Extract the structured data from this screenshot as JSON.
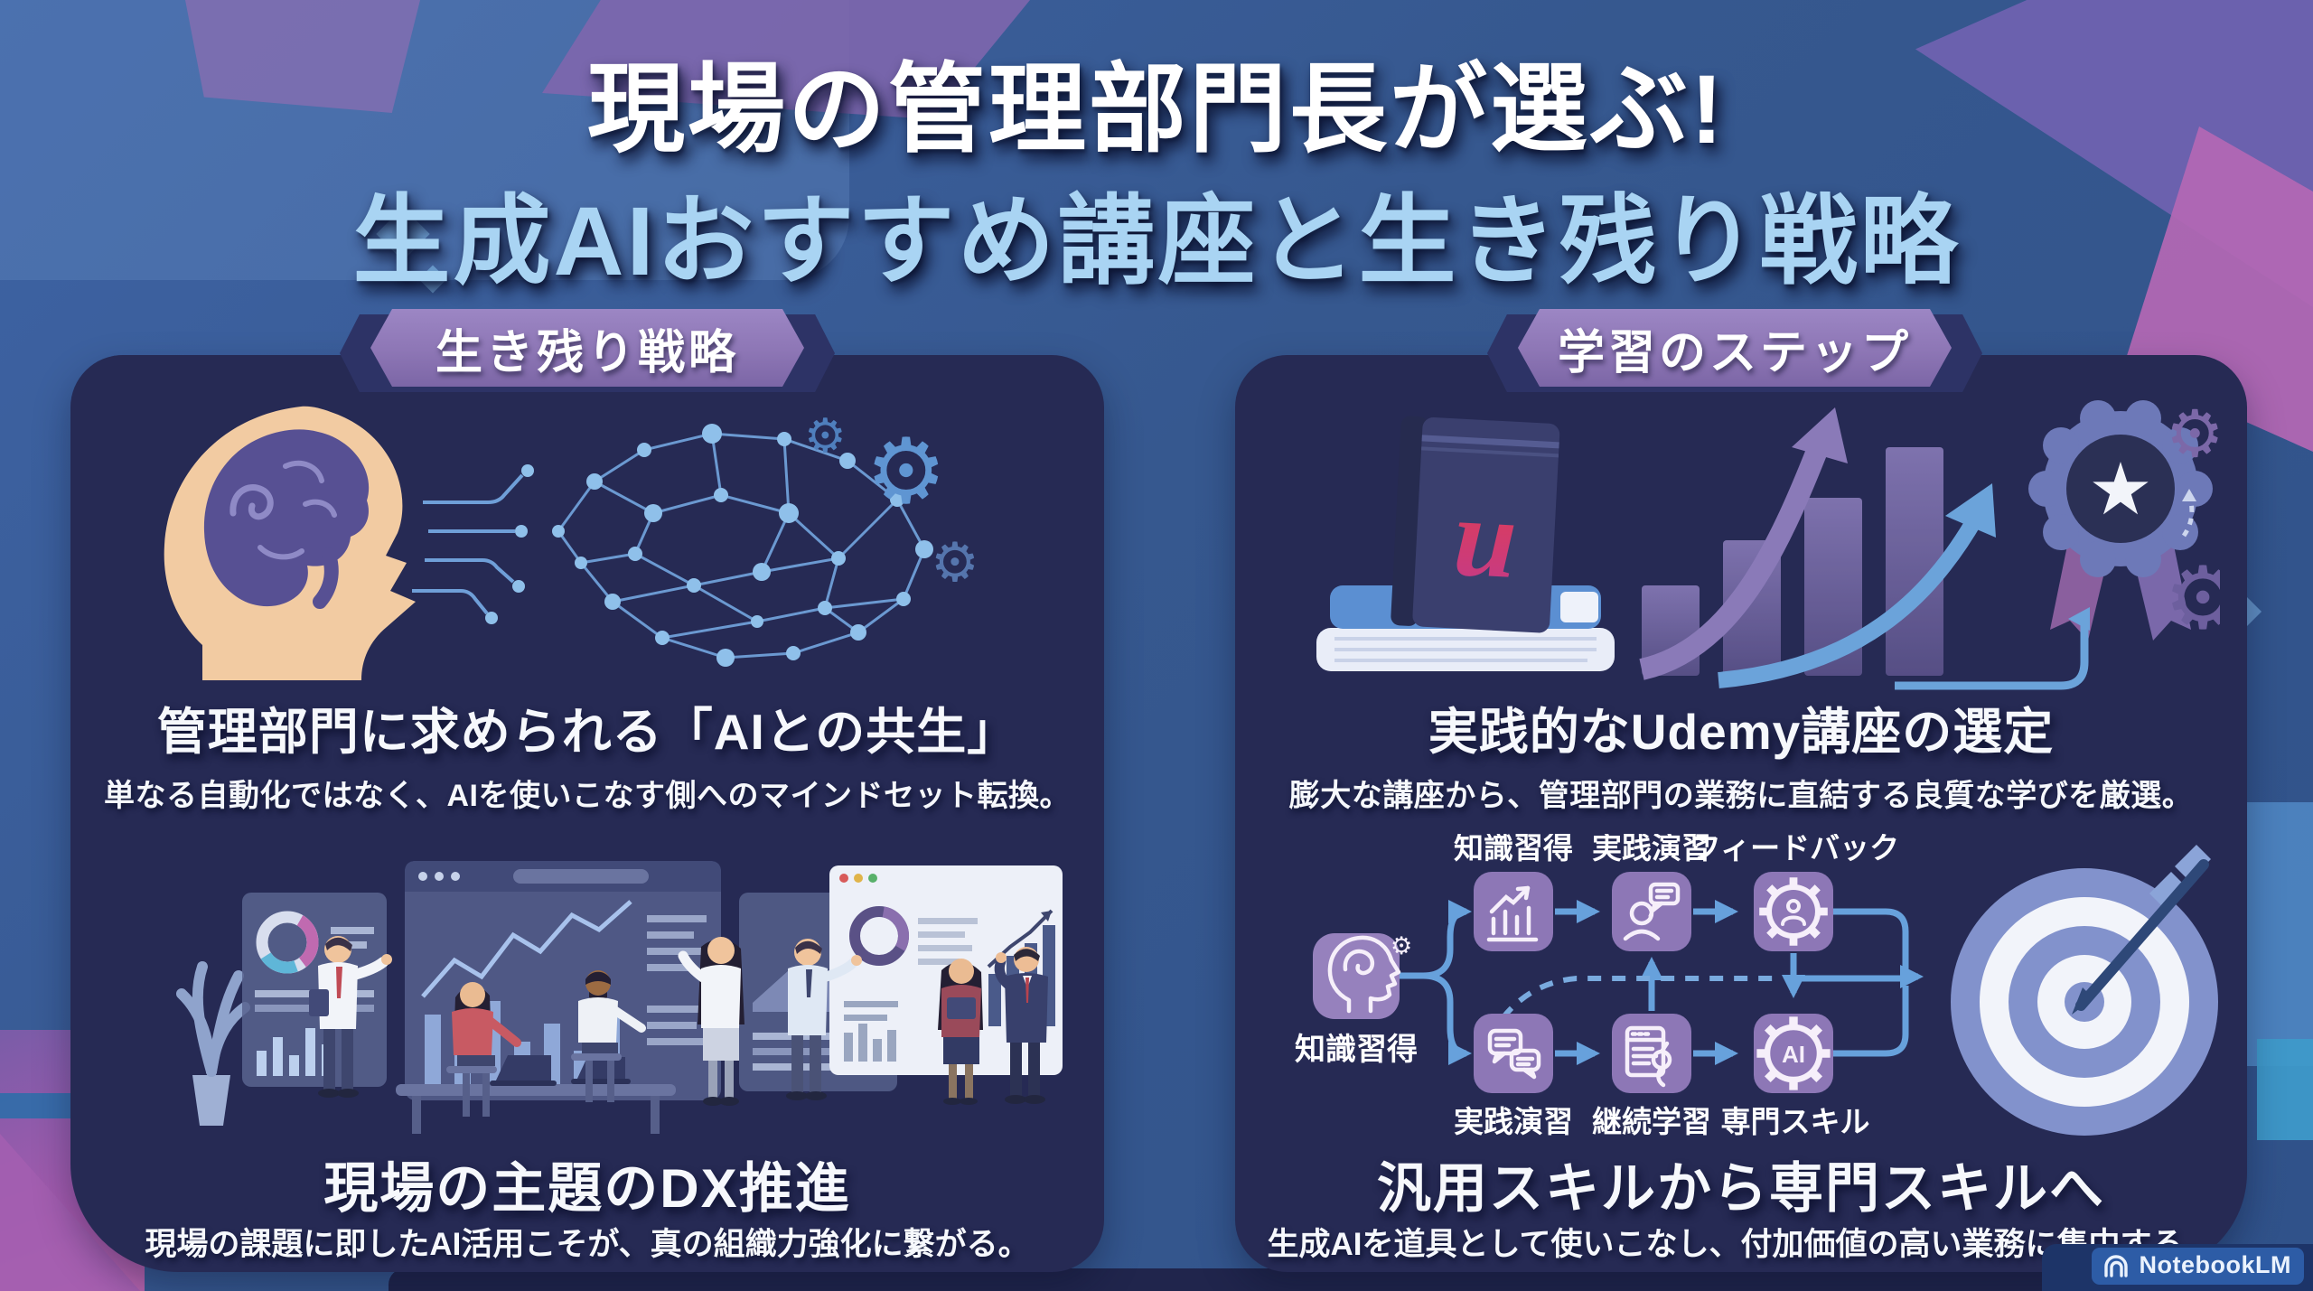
{
  "title": {
    "line1": "現場の管理部門長が選ぶ!",
    "line2": "生成AIおすすめ講座と生き残り戦略"
  },
  "left_panel": {
    "badge": "生き残り戦略",
    "ai_symbiosis": {
      "heading": "管理部門に求められる「AIとの共生」",
      "description": "単なる自動化ではなく、AIを使いこなす側へのマインドセット転換。"
    },
    "dx": {
      "heading": "現場の主題のDX推進",
      "description": "現場の課題に即したAI活用こそが、真の組織力強化に繋がる。"
    }
  },
  "right_panel": {
    "badge": "学習のステップ",
    "udemy": {
      "heading": "実践的なUdemy講座の選定",
      "description": "膨大な講座から、管理部門の業務に直結する良質な学びを厳選。"
    },
    "flowchart": {
      "start": {
        "label": "知識習得",
        "icon": "brain-head-icon"
      },
      "top_row": [
        {
          "label": "知識習得",
          "icon": "growth-chart-icon"
        },
        {
          "label": "実践演習",
          "icon": "person-speech-icon"
        },
        {
          "label": "フィードバック",
          "icon": "gear-person-icon"
        }
      ],
      "bottom_row": [
        {
          "label": "実践演習",
          "icon": "chat-bubbles-icon"
        },
        {
          "label": "継続学習",
          "icon": "document-pen-icon"
        },
        {
          "label": "専門スキル",
          "icon": "ai-gear-icon"
        }
      ],
      "ai_gear_text": "AI"
    },
    "skills": {
      "heading": "汎用スキルから専門スキルへ",
      "description": "生成AIを道具として使いこなし、付加価値の高い業務に集中する。"
    }
  },
  "illustrations": {
    "udemy_book_letter": "u"
  },
  "watermark": {
    "label": "NotebookLM"
  },
  "colors": {
    "background_blue": "#36588f",
    "panel_navy": "#262a54",
    "badge_purple": "#8d76b5",
    "flow_square_purple": "#8d77b6",
    "arrow_light_blue": "#67a1dc",
    "title_line2_blue": "#a9d4f3",
    "udemy_red": "#d63a53",
    "target_periwinkle": "#8292cc"
  }
}
